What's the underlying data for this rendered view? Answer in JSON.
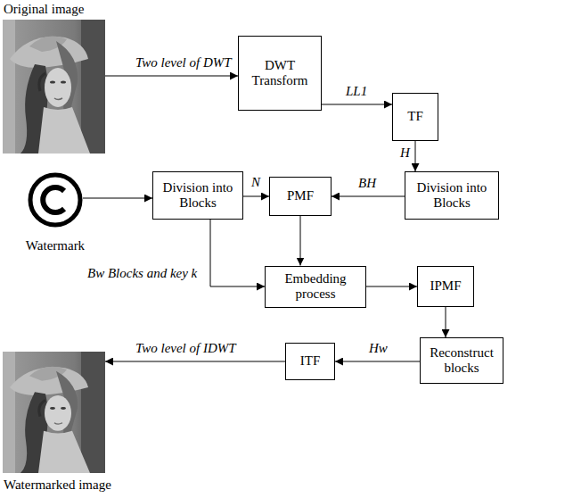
{
  "diagram": {
    "nodes": [
      {
        "text": [
          "Original image"
        ]
      },
      {
        "text": [
          "DWT Transform"
        ]
      },
      {
        "text": [
          "TF"
        ]
      },
      {
        "text": [
          "Watermark"
        ]
      },
      {
        "text": [
          "Division into Blocks"
        ]
      },
      {
        "text": [
          "PMF"
        ]
      },
      {
        "text": [
          "Division into Blocks"
        ]
      },
      {
        "text": [
          "Embedding process"
        ]
      },
      {
        "text": [
          "IPMF"
        ]
      },
      {
        "text": [
          "Reconstruct blocks"
        ]
      },
      {
        "text": [
          "ITF"
        ]
      },
      {
        "text": [
          "Watermarked image"
        ]
      }
    ],
    "edges": [
      {
        "from": 0,
        "to": 1,
        "arrow": "to",
        "label": "Two level of DWT"
      },
      {
        "from": 1,
        "to": 2,
        "arrow": "to",
        "label": "LL1"
      },
      {
        "from": 2,
        "to": 6,
        "arrow": "to",
        "label": "H"
      },
      {
        "from": 6,
        "to": 5,
        "arrow": "to",
        "label": "BH"
      },
      {
        "from": 3,
        "to": 4,
        "arrow": "to"
      },
      {
        "from": 4,
        "to": 5,
        "arrow": "to",
        "label": "N"
      },
      {
        "from": 5,
        "to": 7,
        "arrow": "to"
      },
      {
        "from": 4,
        "to": 7,
        "arrow": "to",
        "label": "Bw Blocks and key k"
      },
      {
        "from": 7,
        "to": 8,
        "arrow": "to"
      },
      {
        "from": 8,
        "to": 9,
        "arrow": "to"
      },
      {
        "from": 9,
        "to": 10,
        "arrow": "to",
        "label": "Hw"
      },
      {
        "from": 10,
        "to": 11,
        "arrow": "to",
        "label": "Two level of IDWT"
      }
    ]
  }
}
